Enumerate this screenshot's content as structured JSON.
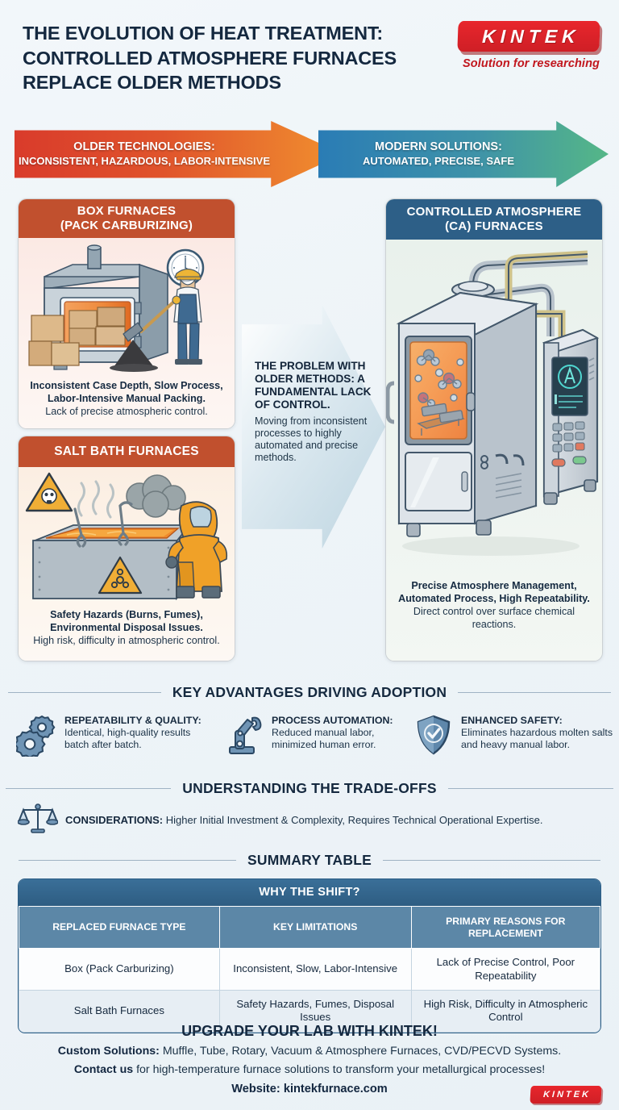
{
  "header": {
    "title": "THE EVOLUTION OF HEAT TREATMENT: CONTROLLED ATMOSPHERE FURNACES REPLACE OLDER METHODS",
    "logo_name": "KINTEK",
    "logo_tagline": "Solution for researching"
  },
  "banner": {
    "old": {
      "line1": "OLDER TECHNOLOGIES:",
      "line2": "INCONSISTENT, HAZARDOUS, LABOR-INTENSIVE"
    },
    "new": {
      "line1": "MODERN SOLUTIONS:",
      "line2": "AUTOMATED, PRECISE, SAFE"
    }
  },
  "panels": {
    "box": {
      "title_line1": "BOX FURNACES",
      "title_line2": "(PACK CARBURIZING)",
      "caption_bold": "Inconsistent Case Depth, Slow Process, Labor-Intensive Manual Packing.",
      "caption_normal": "Lack of precise atmospheric control.",
      "header_color": "#c1502e"
    },
    "salt": {
      "title_line1": "SALT BATH FURNACES",
      "title_line2": "",
      "caption_bold": "Safety Hazards (Burns, Fumes), Environmental Disposal Issues.",
      "caption_normal": "High risk, difficulty in atmospheric control.",
      "header_color": "#c1502e"
    },
    "ca": {
      "title_line1": "CONTROLLED ATMOSPHERE",
      "title_line2": "(CA) FURNACES",
      "caption_bold": "Precise Atmosphere Management, Automated Process, High Repeatability.",
      "caption_normal": "Direct control over surface chemical reactions.",
      "header_color": "#2d5f87"
    }
  },
  "middle": {
    "headline": "THE PROBLEM WITH OLDER METHODS: A FUNDAMENTAL LACK OF CONTROL.",
    "body": "Moving from inconsistent processes to highly automated and precise methods."
  },
  "advantages": {
    "heading": "KEY ADVANTAGES DRIVING ADOPTION",
    "items": [
      {
        "icon": "gears-icon",
        "title": "REPEATABILITY & QUALITY:",
        "desc": "Identical, high-quality results batch after batch."
      },
      {
        "icon": "robot-arm-icon",
        "title": "PROCESS AUTOMATION:",
        "desc": "Reduced manual labor, minimized human error."
      },
      {
        "icon": "shield-check-icon",
        "title": "ENHANCED SAFETY:",
        "desc": "Eliminates hazardous molten salts and heavy manual labor."
      }
    ]
  },
  "tradeoffs": {
    "heading": "UNDERSTANDING THE TRADE-OFFS",
    "icon": "scales-icon",
    "label": "CONSIDERATIONS:",
    "text": "Higher Initial Investment & Complexity, Requires Technical Operational Expertise."
  },
  "summary": {
    "heading": "SUMMARY TABLE",
    "caption": "WHY THE SHIFT?",
    "columns": [
      "REPLACED FURNACE TYPE",
      "KEY LIMITATIONS",
      "PRIMARY REASONS FOR REPLACEMENT"
    ],
    "rows": [
      [
        "Box (Pack Carburizing)",
        "Inconsistent, Slow, Labor-Intensive",
        "Lack of Precise Control, Poor Repeatability"
      ],
      [
        "Salt Bath Furnaces",
        "Safety Hazards, Fumes, Disposal Issues",
        "High Risk, Difficulty in Atmospheric Control"
      ]
    ]
  },
  "footer": {
    "heading": "UPGRADE YOUR LAB WITH KINTEK!",
    "line1_bold": "Custom Solutions:",
    "line1_rest": " Muffle, Tube, Rotary, Vacuum & Atmosphere Furnaces, CVD/PECVD Systems.",
    "line2_bold": "Contact us",
    "line2_rest": " for high-temperature furnace solutions to transform your metallurgical processes!",
    "website": "Website: kintekfurnace.com",
    "logo_name": "KINTEK"
  },
  "colors": {
    "navy": "#14283f",
    "rust": "#c1502e",
    "steel_blue": "#2d5f87",
    "brand_red": "#cf1f26"
  }
}
